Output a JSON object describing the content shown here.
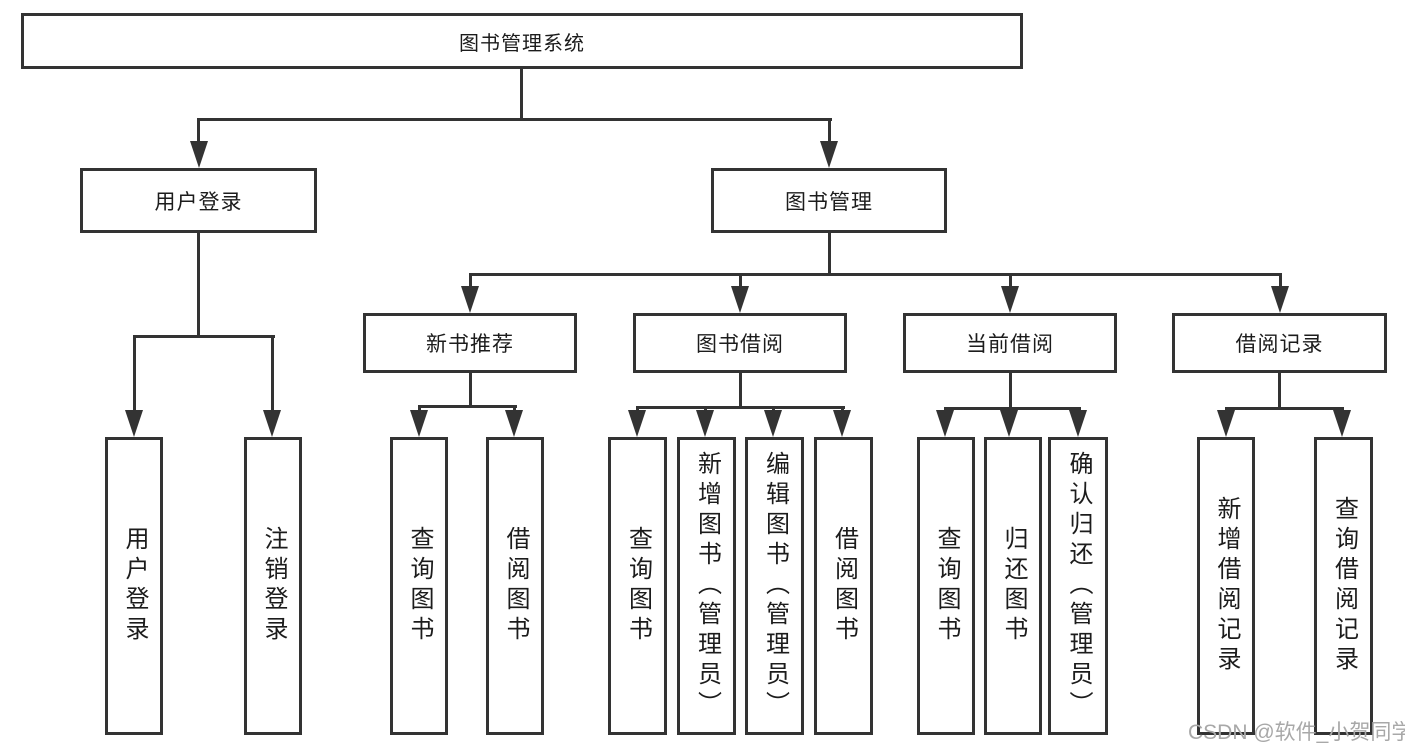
{
  "nodes": {
    "root": "图书管理系统",
    "l2": [
      "用户登录",
      "图书管理"
    ],
    "l3": [
      "新书推荐",
      "图书借阅",
      "当前借阅",
      "借阅记录"
    ],
    "l4": [
      "用户登录",
      "注销登录",
      "查询图书",
      "借阅图书",
      "查询图书",
      "新增图书（管理员）",
      "编辑图书（管理员）",
      "借阅图书",
      "查询图书",
      "归还图书",
      "确认归还（管理员）",
      "新增借阅记录",
      "查询借阅记录"
    ]
  },
  "hierarchy": {
    "图书管理系统": {
      "用户登录": [
        "用户登录",
        "注销登录"
      ],
      "图书管理": {
        "新书推荐": [
          "查询图书",
          "借阅图书"
        ],
        "图书借阅": [
          "查询图书",
          "新增图书（管理员）",
          "编辑图书（管理员）",
          "借阅图书"
        ],
        "当前借阅": [
          "查询图书",
          "归还图书",
          "确认归还（管理员）"
        ],
        "借阅记录": [
          "新增借阅记录",
          "查询借阅记录"
        ]
      }
    }
  },
  "watermark": "CSDN @软件_小贺同学",
  "colors": {
    "line": "#333333",
    "box_border": "#333333",
    "text": "#1c1c1c",
    "watermark": "#a8a8a8",
    "background": "#ffffff"
  }
}
